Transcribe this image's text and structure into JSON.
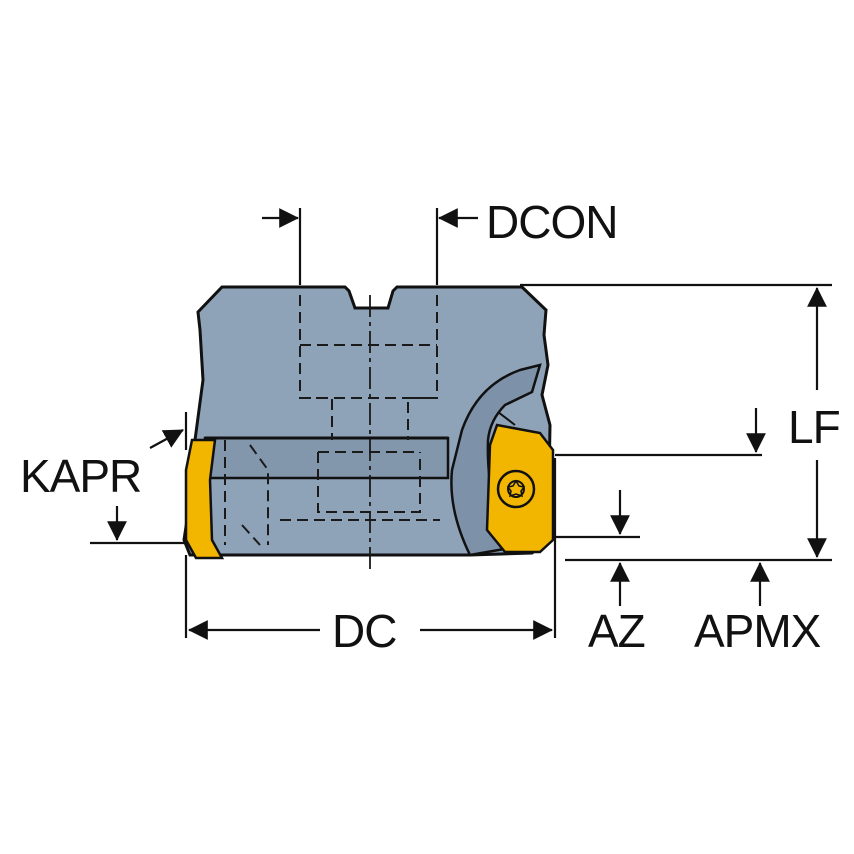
{
  "colors": {
    "body": "#8fa3b8",
    "body_shade": "#7e93a9",
    "insert": "#f2b600",
    "insert_dark": "#c98a00",
    "line": "#111111"
  },
  "labels": {
    "dcon": "DCON",
    "kapr": "KAPR",
    "lf": "LF",
    "dc": "DC",
    "az": "AZ",
    "apmx": "APMX"
  }
}
